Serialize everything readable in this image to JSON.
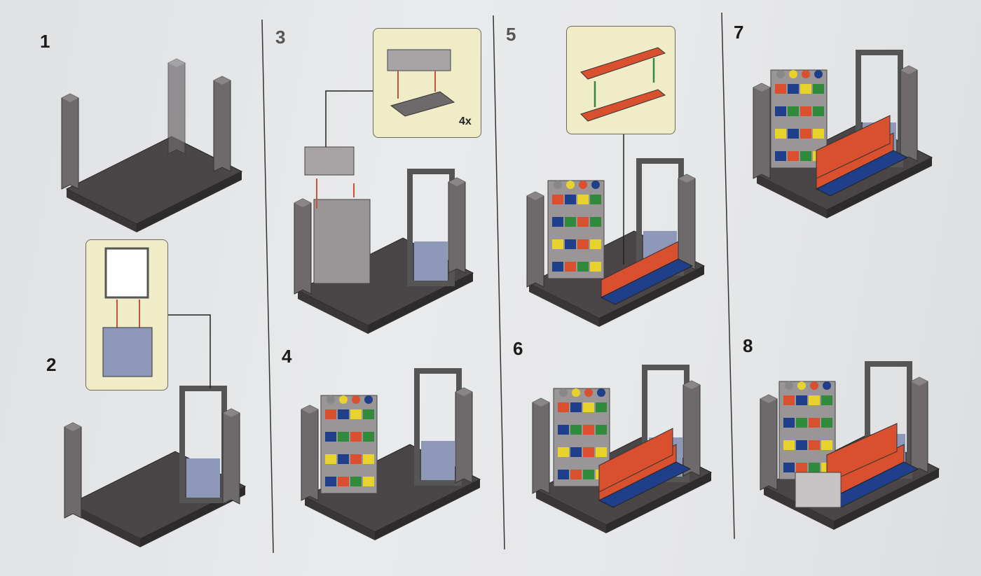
{
  "steps": [
    {
      "number": "1"
    },
    {
      "number": "2"
    },
    {
      "number": "3"
    },
    {
      "number": "4"
    },
    {
      "number": "5"
    },
    {
      "number": "6"
    },
    {
      "number": "7"
    },
    {
      "number": "8"
    }
  ],
  "callouts": {
    "step3_multiplier": "4x"
  },
  "colors": {
    "baseplate": "#4a4648",
    "wall": "#6e6a6c",
    "callout_bg": "#f1ecc8",
    "arrow_red": "#c8503c",
    "arrow_green": "#2f8a3c",
    "brick_red": "#d9502e",
    "brick_blue": "#1f3f8a"
  }
}
